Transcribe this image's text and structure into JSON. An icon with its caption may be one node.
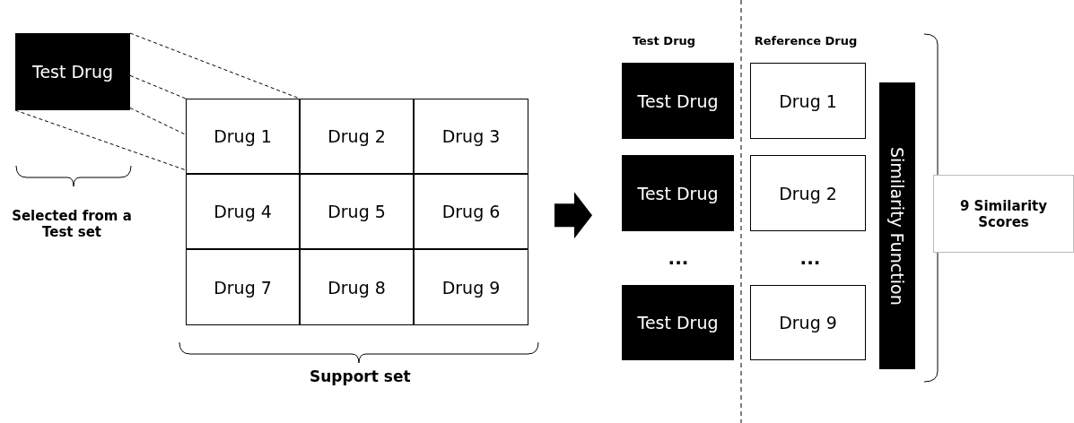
{
  "diagram": {
    "nodes": [
      {
        "text": [
          "Test Drug"
        ]
      },
      {
        "text": [
          "Drug 1"
        ]
      },
      {
        "text": [
          "Drug 2"
        ]
      },
      {
        "text": [
          "Drug 3"
        ]
      },
      {
        "text": [
          "Drug 4"
        ]
      },
      {
        "text": [
          "Drug 5"
        ]
      },
      {
        "text": [
          "Drug 6"
        ]
      },
      {
        "text": [
          "Drug 7"
        ]
      },
      {
        "text": [
          "Drug 8"
        ]
      },
      {
        "text": [
          "Drug 9"
        ]
      },
      {
        "text": [
          "Test Drug"
        ]
      },
      {
        "text": [
          "Drug 1"
        ]
      },
      {
        "text": [
          "Test Drug"
        ]
      },
      {
        "text": [
          "Drug 2"
        ]
      },
      {
        "text": [
          "Test Drug"
        ]
      },
      {
        "text": [
          "Drug 9"
        ]
      },
      {
        "text": [
          "Similarity Function"
        ]
      },
      {
        "text": [
          "9 Similarity Scores"
        ]
      }
    ],
    "edges": [
      {
        "from": 0,
        "to": 1,
        "arrow": "none",
        "style": "dashed"
      },
      {
        "from": 0,
        "to": 1,
        "arrow": "none",
        "style": "dashed"
      },
      {
        "from": 0,
        "to": 1,
        "arrow": "none",
        "style": "dashed"
      },
      {
        "from": 0,
        "to": 1,
        "arrow": "none",
        "style": "dashed"
      },
      {
        "from": 6,
        "to": 12,
        "arrow": "to",
        "style": "thick"
      }
    ],
    "labels": [
      "Test Drug",
      "Reference Drug",
      "Selected from a Test set",
      "...",
      "...",
      "Support set"
    ]
  }
}
